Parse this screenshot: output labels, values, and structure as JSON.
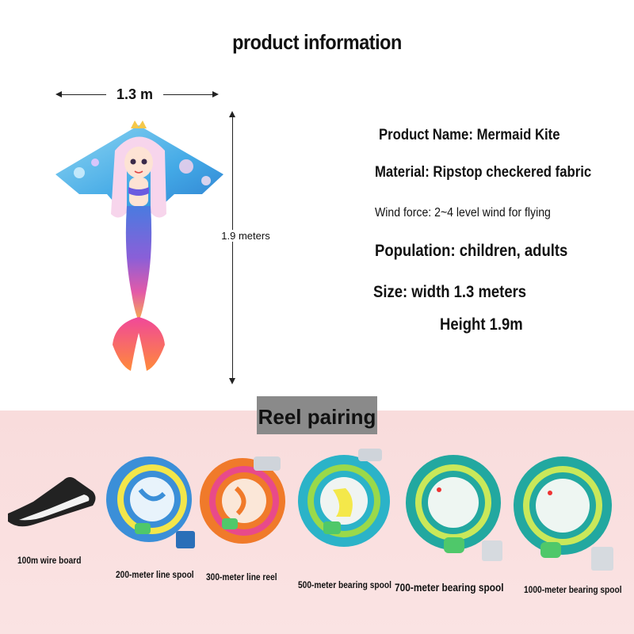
{
  "title": "product information",
  "dimensions": {
    "width_label": "1.3 m",
    "height_label": "1.9 meters"
  },
  "product_info": {
    "name": "Product Name: Mermaid Kite",
    "material": "Material: Ripstop checkered fabric",
    "wind": "Wind force: 2~4 level wind for flying",
    "population": "Population: children, adults",
    "size": "Size: width 1.3 meters",
    "height": "Height 1.9m"
  },
  "reels": {
    "header": "Reel pairing",
    "items": [
      {
        "label": "100m wire board",
        "color": "#ffffff"
      },
      {
        "label": "200-meter line spool",
        "color": "#3b8fd8"
      },
      {
        "label": "300-meter line reel",
        "color": "#f07a2a"
      },
      {
        "label": "500-meter bearing spool",
        "color": "#2bb3c8"
      },
      {
        "label": "700-meter bearing spool",
        "color": "#22a8a0"
      },
      {
        "label": "1000-meter bearing spool",
        "color": "#22a8a0"
      }
    ]
  },
  "colors": {
    "band": "#f9dcdc",
    "header_bg": "#8a8a8a"
  }
}
